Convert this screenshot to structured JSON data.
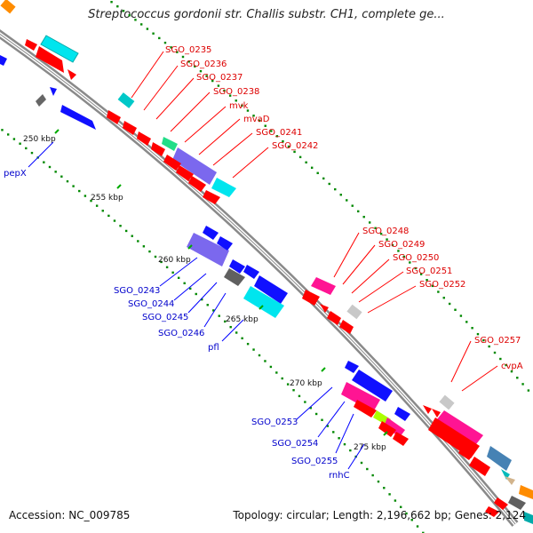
{
  "title": "Streptococcus gordonii str. Challis substr. CH1, complete ge...",
  "footer": {
    "accession": "Accession: NC_009785",
    "summary": "Topology: circular; Length: 2,196,662 bp; Genes: 2,124"
  },
  "scale_ticks": [
    "250 kbp",
    "255 kbp",
    "260 kbp",
    "265 kbp",
    "270 kbp",
    "275 kbp"
  ],
  "labels_red": [
    "SGO_0235",
    "SGO_0236",
    "SGO_0237",
    "SGO_0238",
    "mvk",
    "mvaD",
    "SGO_0241",
    "SGO_0242",
    "SGO_0248",
    "SGO_0249",
    "SGO_0250",
    "SGO_0251",
    "SGO_0252",
    "SGO_0257",
    "cvpA"
  ],
  "labels_blue": [
    "pepX",
    "SGO_0243",
    "SGO_0244",
    "SGO_0245",
    "SGO_0246",
    "pfl",
    "SGO_0253",
    "SGO_0254",
    "SGO_0255",
    "rnhC"
  ],
  "colors": {
    "red_genes": "#ff0000",
    "blue_genes": "#0000dd",
    "backbone": "#888888",
    "ticks": "#008800",
    "cyan_features": "#00e5ee",
    "purple_features": "#7b68ee",
    "magenta_features": "#ff1493"
  }
}
